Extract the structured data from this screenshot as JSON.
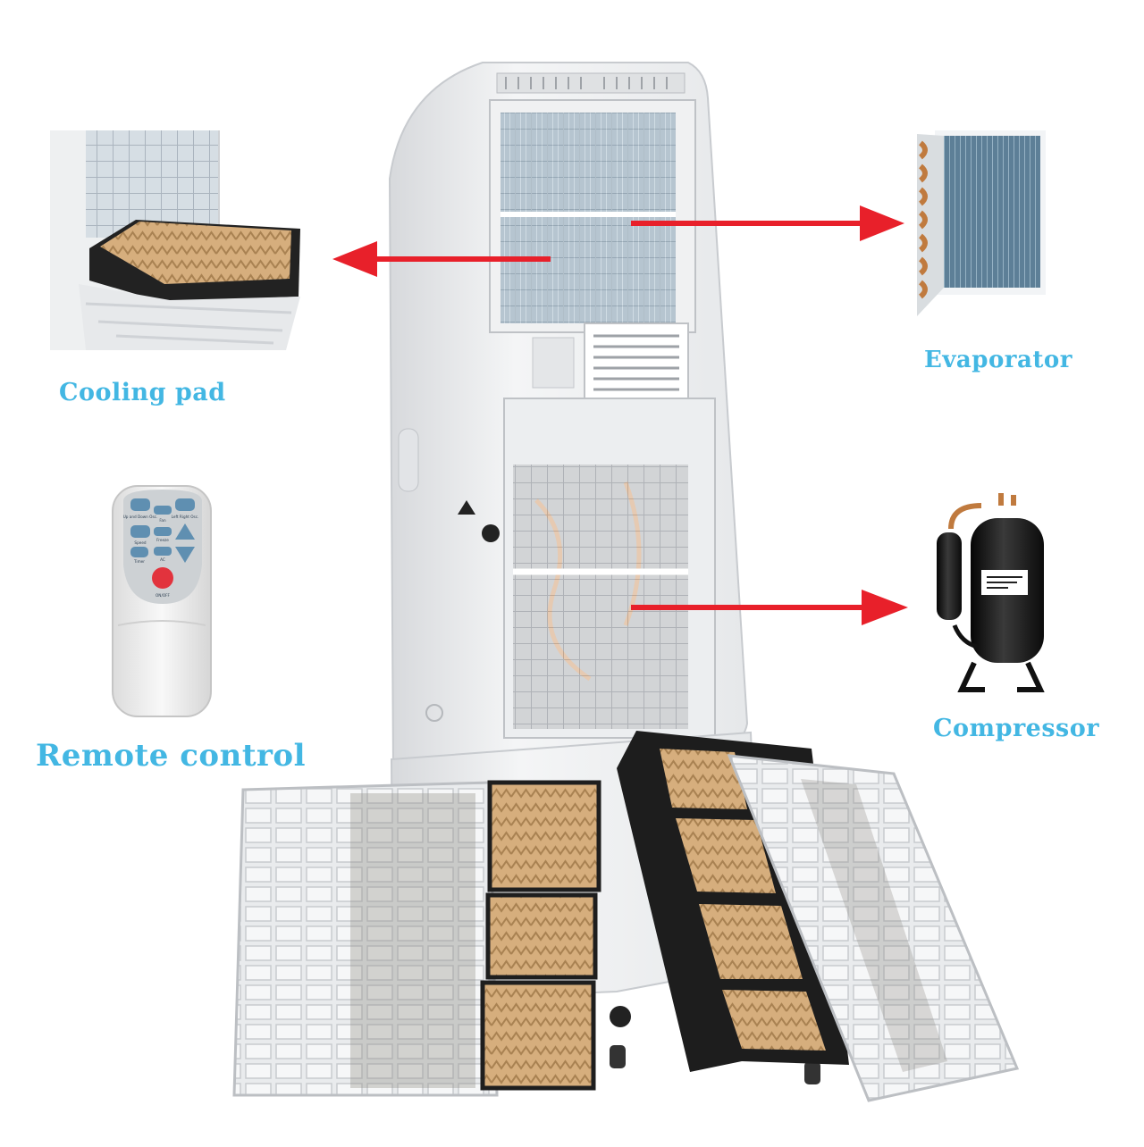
{
  "colors": {
    "label": "#43b7e3",
    "arrow": "#e8202a",
    "body": "#f1f2f4",
    "body_shadow": "#d9dbde",
    "grille": "#ffffff",
    "grille_line": "#c9ccd0",
    "coil": "#4f6f86",
    "pad": "#cfa676",
    "pad_dark": "#a88354",
    "frame_black": "#1d1d1d",
    "copper": "#c07a3e",
    "compressor": "#1a1a1a",
    "remote_body": "#f3f3f3",
    "remote_panel": "#cfd3d6",
    "remote_button": "#5f8fb1",
    "power_button": "#e2333d"
  },
  "labels": {
    "cooling_pad": "Cooling pad",
    "evaporator": "Evaporator",
    "compressor": "Compressor",
    "remote_control": "Remote control"
  },
  "remote": {
    "buttons": {
      "up_down": "Up and Down Osc.",
      "fan": "Fan",
      "left_right": "Left Right Osc.",
      "speed": "Speed",
      "freeze": "Freeze",
      "timer": "Timer",
      "ac": "AC",
      "power": "ON/OFF"
    }
  },
  "icons": {
    "arrow": "arrow-icon",
    "warning": "warning-icon"
  }
}
